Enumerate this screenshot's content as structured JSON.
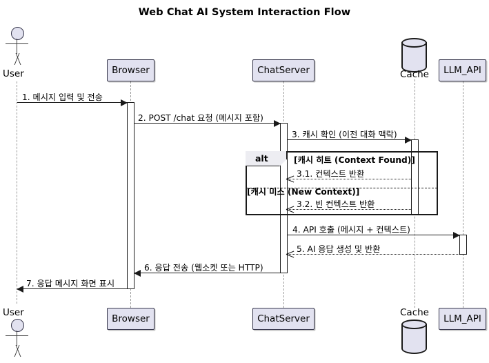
{
  "diagram": {
    "title": "Web Chat AI System Interaction Flow",
    "type": "uml-sequence-diagram",
    "colors": {
      "participant_fill": "#e2e2f0",
      "participant_border": "#35354a",
      "line": "#1a1a1a",
      "lifeline": "#9a9a9a",
      "frame_tab_fill": "#ededf2",
      "background": "#ffffff"
    }
  },
  "participants": [
    {
      "id": "user",
      "name": "User",
      "shape": "actor"
    },
    {
      "id": "browser",
      "name": "Browser",
      "shape": "box"
    },
    {
      "id": "chatserver",
      "name": "ChatServer",
      "shape": "box"
    },
    {
      "id": "cache",
      "name": "Cache",
      "shape": "database"
    },
    {
      "id": "llmapi",
      "name": "LLM_API",
      "shape": "box"
    }
  ],
  "messages": [
    {
      "n": "1",
      "label": "1. 메시지 입력 및 전송",
      "from": "user",
      "to": "browser",
      "style": "solid",
      "direction": "right"
    },
    {
      "n": "2",
      "label": "2. POST /chat 요청 (메시지 포함)",
      "from": "browser",
      "to": "chatserver",
      "style": "solid",
      "direction": "right"
    },
    {
      "n": "3",
      "label": "3. 캐시 확인 (이전 대화 맥락)",
      "from": "chatserver",
      "to": "cache",
      "style": "solid",
      "direction": "right"
    },
    {
      "n": "3.1",
      "label": "3.1. 컨텍스트 반환",
      "from": "cache",
      "to": "chatserver",
      "style": "dotted",
      "direction": "left"
    },
    {
      "n": "3.2",
      "label": "3.2. 빈 컨텍스트 반환",
      "from": "cache",
      "to": "chatserver",
      "style": "dotted",
      "direction": "left"
    },
    {
      "n": "4",
      "label": "4. API 호출 (메시지 + 컨텍스트)",
      "from": "chatserver",
      "to": "llmapi",
      "style": "solid",
      "direction": "right"
    },
    {
      "n": "5",
      "label": "5. AI 응답 생성 및 반환",
      "from": "llmapi",
      "to": "chatserver",
      "style": "dotted",
      "direction": "left"
    },
    {
      "n": "6",
      "label": "6. 응답 전송 (웹소켓 또는 HTTP)",
      "from": "chatserver",
      "to": "browser",
      "style": "solid",
      "direction": "left"
    },
    {
      "n": "7",
      "label": "7. 응답 메시지 화면 표시",
      "from": "browser",
      "to": "user",
      "style": "solid",
      "direction": "left"
    }
  ],
  "fragments": [
    {
      "id": "alt-cache",
      "operator": "alt",
      "branches": [
        {
          "condition": "[캐시 히트 (Context Found)]"
        },
        {
          "condition": "[캐시 미스 (New Context)]"
        }
      ]
    }
  ]
}
